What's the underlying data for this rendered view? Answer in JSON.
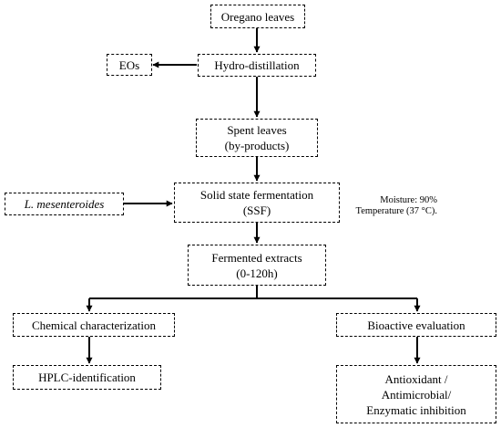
{
  "nodes": {
    "oregano_leaves": {
      "text": "Oregano leaves"
    },
    "hydro_distillation": {
      "text": "Hydro-distillation"
    },
    "eos": {
      "text": "EOs"
    },
    "spent_leaves": {
      "line1": "Spent leaves",
      "line2": "(by-products)"
    },
    "l_mesenteroides": {
      "text": "L. mesenteroides"
    },
    "ssf": {
      "line1": "Solid state fermentation",
      "line2": "(SSF)"
    },
    "fermented_extracts": {
      "line1": "Fermented extracts",
      "line2": "(0-120h)"
    },
    "chemical_characterization": {
      "text": "Chemical characterization"
    },
    "hplc_identification": {
      "text": "HPLC-identification"
    },
    "bioactive_evaluation": {
      "text": "Bioactive evaluation"
    },
    "assays": {
      "line1": "Antioxidant /",
      "line2": "Antimicrobial/",
      "line3": "Enzymatic inhibition"
    }
  },
  "conditions": {
    "moisture": "Moisture: 90%",
    "temperature": "Temperature (37 °C)."
  }
}
